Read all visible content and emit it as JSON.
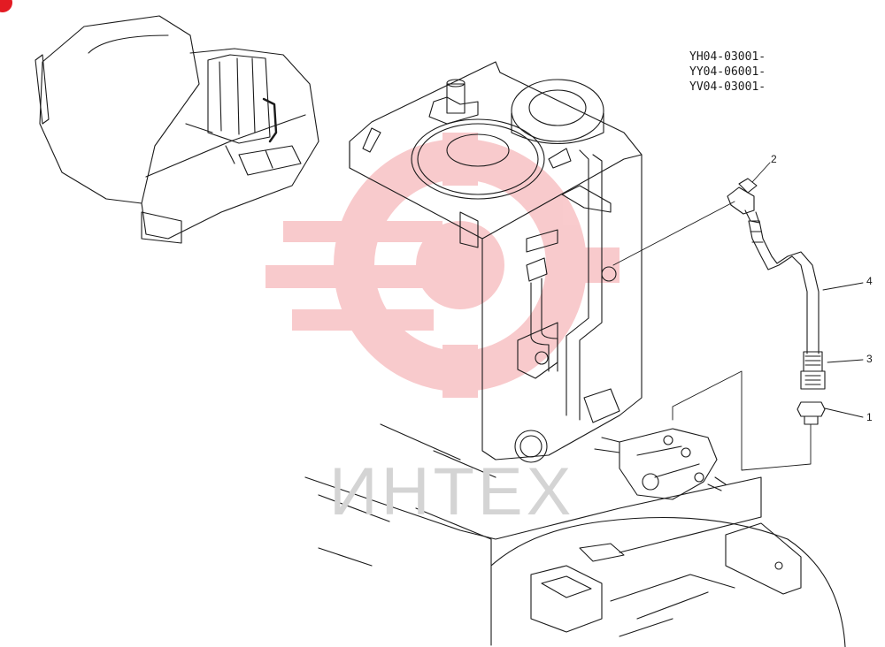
{
  "model_codes": [
    "YH04-03001-",
    "YY04-06001-",
    "YV04-03001-"
  ],
  "callouts": [
    {
      "id": "1",
      "label": "1"
    },
    {
      "id": "2",
      "label": "2"
    },
    {
      "id": "3",
      "label": "3"
    },
    {
      "id": "4",
      "label": "4"
    }
  ],
  "watermark": {
    "text": "ИНТЕХ",
    "color": "#e31b23"
  },
  "colors": {
    "line": "#1a1a1a",
    "watermark_red": "#f4b6b8",
    "watermark_gray": "#d9d9d9"
  }
}
